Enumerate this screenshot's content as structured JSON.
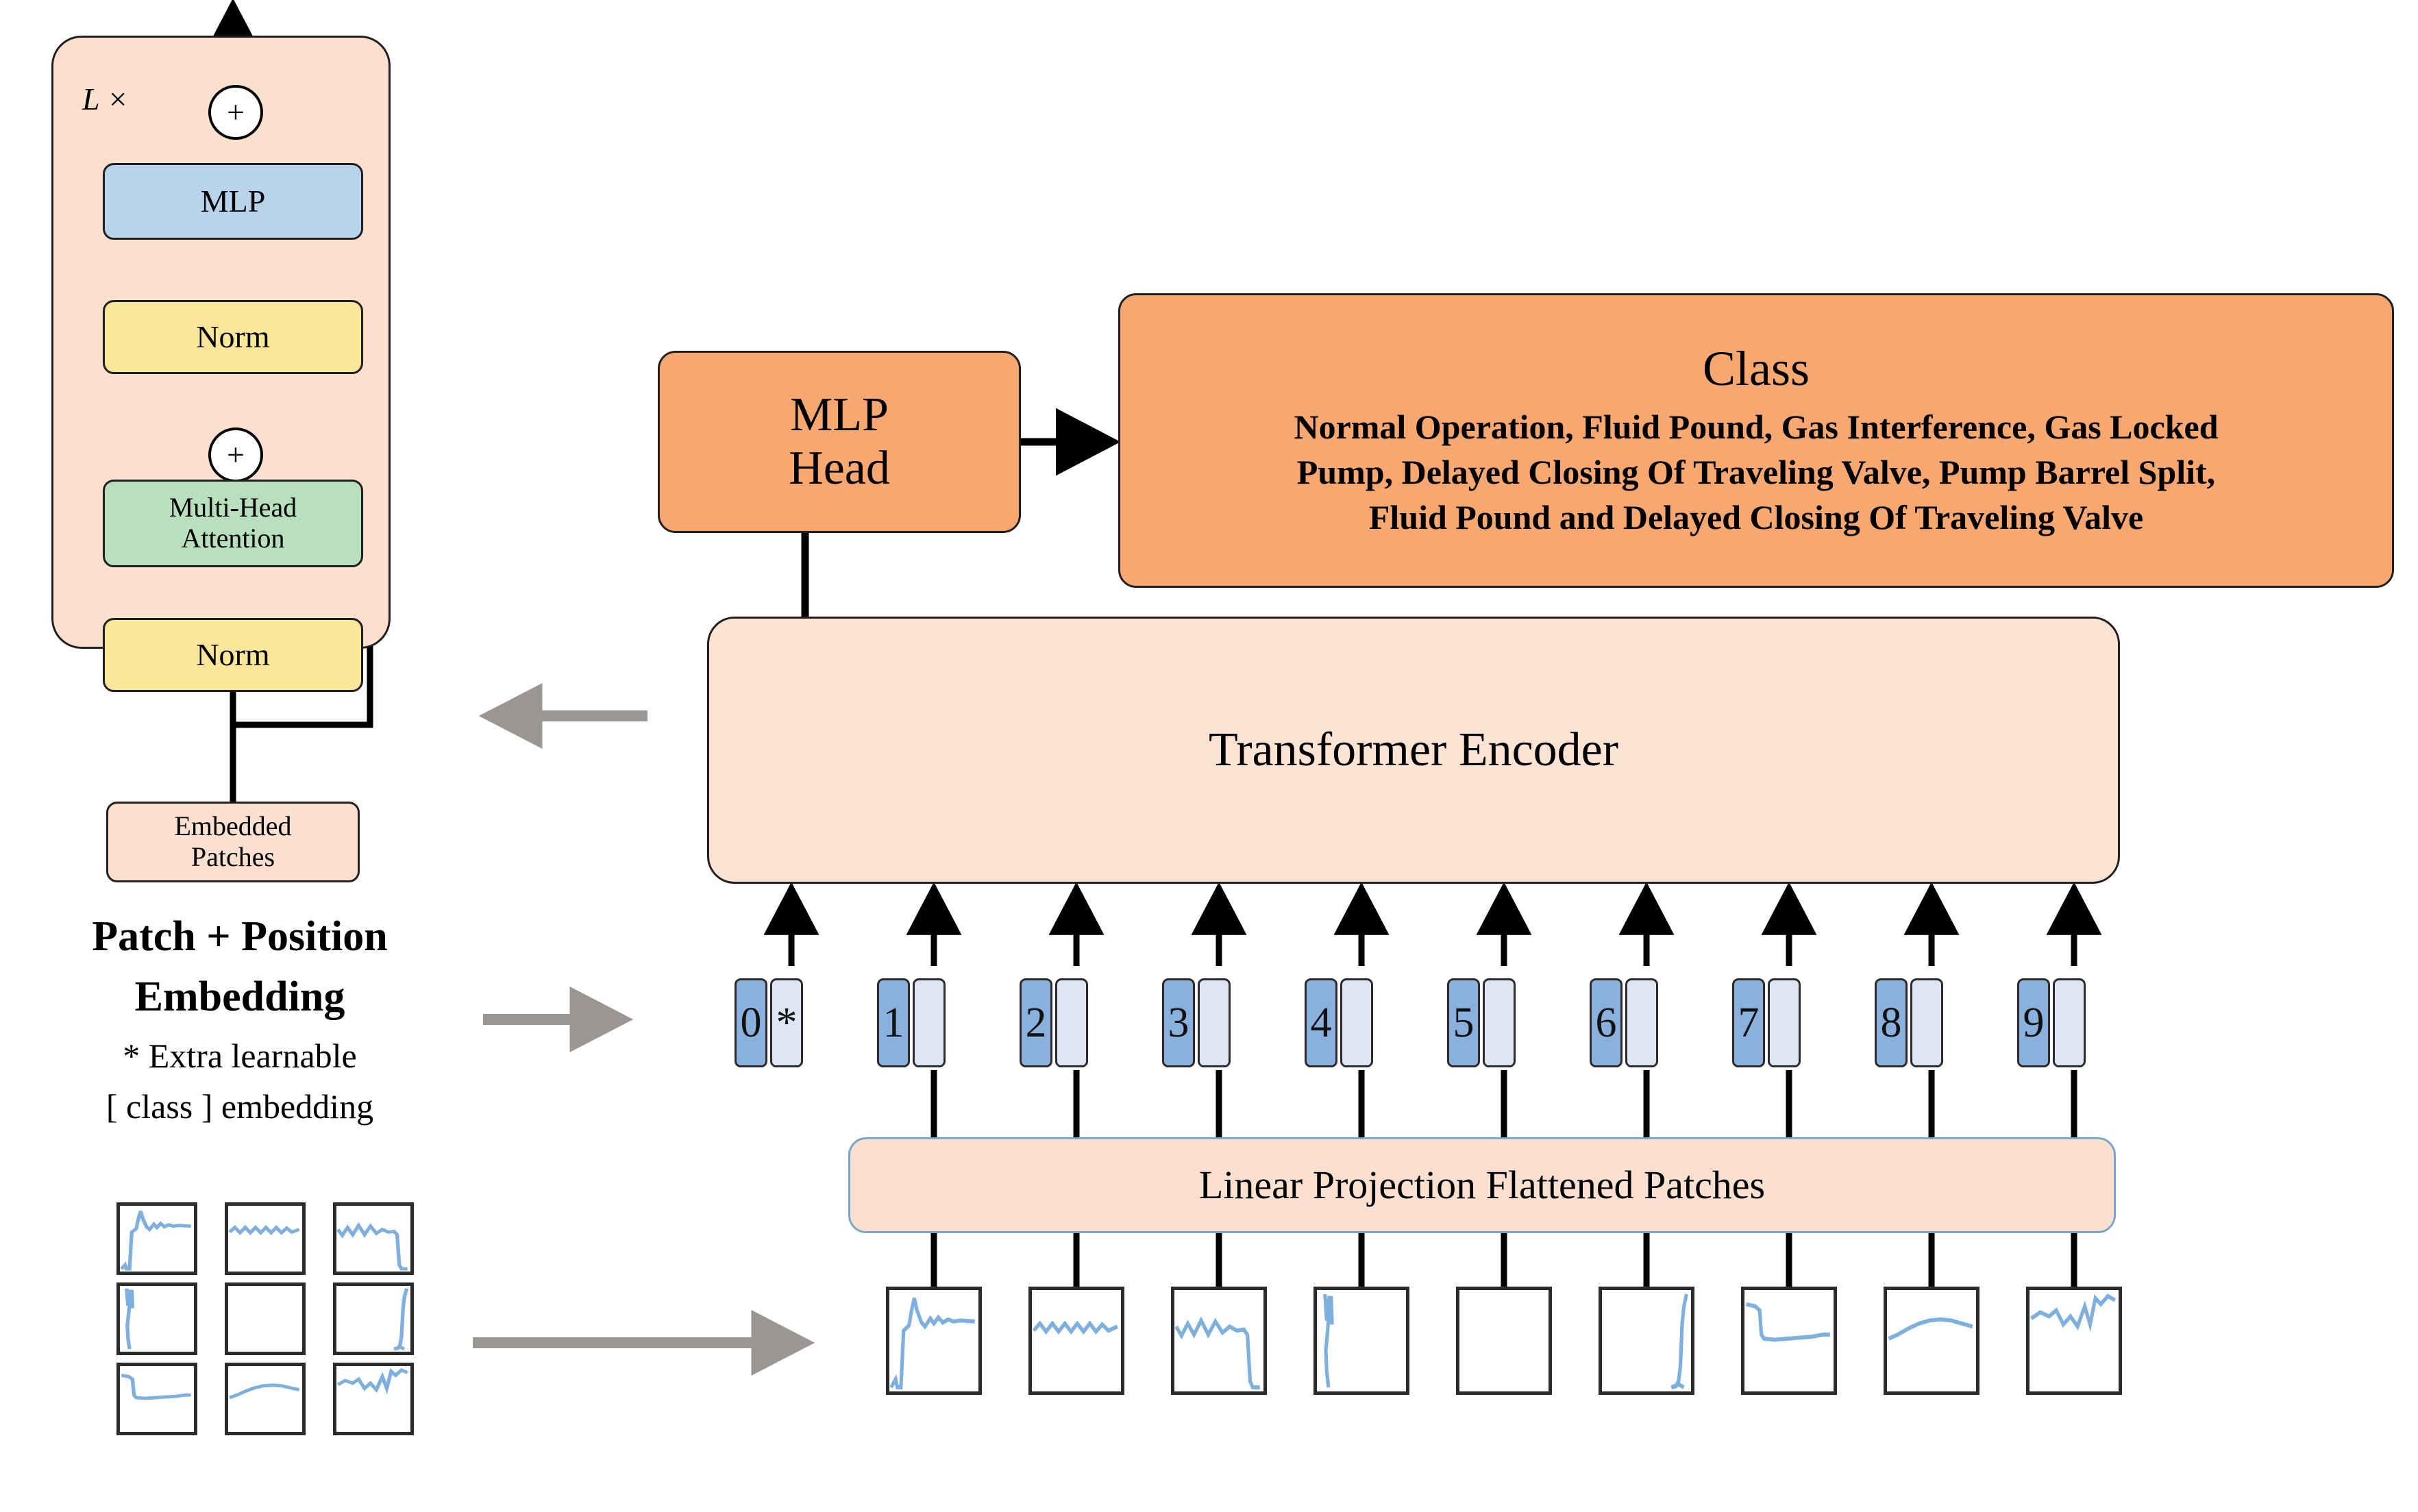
{
  "diagram": {
    "title": "Vision Transformer architecture for dynamometer card fault classification",
    "type": "architecture-diagram"
  },
  "encoder_detail": {
    "repeat_label": "L ×",
    "mlp_label": "MLP",
    "norm_top_label": "Norm",
    "attention_label_line1": "Multi-Head",
    "attention_label_line2": "Attention",
    "norm_bottom_label": "Norm",
    "embedded_patches_line1": "Embedded",
    "embedded_patches_line2": "Patches",
    "plus_symbol": "+"
  },
  "main": {
    "mlp_head_line1": "MLP",
    "mlp_head_line2": "Head",
    "transformer_encoder_label": "Transformer Encoder",
    "linear_projection_label": "Linear Projection Flattened Patches"
  },
  "class_box": {
    "heading": "Class",
    "line1": "Normal Operation, Fluid Pound, Gas Interference, Gas Locked",
    "line2": "Pump, Delayed Closing Of Traveling Valve, Pump Barrel Split,",
    "line3": "Fluid Pound and Delayed Closing Of Traveling Valve",
    "classes": [
      "Normal Operation",
      "Fluid Pound",
      "Gas Interference",
      "Gas Locked Pump",
      "Delayed Closing Of Traveling Valve",
      "Pump Barrel Split",
      "Fluid Pound and Delayed Closing Of Traveling Valve"
    ]
  },
  "embedding_caption": {
    "line1": "Patch + Position",
    "line2": "Embedding",
    "line3": "* Extra learnable",
    "line4": "[ class ] embedding"
  },
  "tokens": [
    {
      "index": "0",
      "marker": "*"
    },
    {
      "index": "1",
      "marker": ""
    },
    {
      "index": "2",
      "marker": ""
    },
    {
      "index": "3",
      "marker": ""
    },
    {
      "index": "4",
      "marker": ""
    },
    {
      "index": "5",
      "marker": ""
    },
    {
      "index": "6",
      "marker": ""
    },
    {
      "index": "7",
      "marker": ""
    },
    {
      "index": "8",
      "marker": ""
    },
    {
      "index": "9",
      "marker": ""
    }
  ],
  "patch_grid": {
    "rows": 3,
    "cols": 3,
    "cell_names": [
      "patch-1-spike-rise",
      "patch-2-ripple-flat",
      "patch-3-ripple-drop",
      "patch-4-left-vertical",
      "patch-5-blank",
      "patch-6-right-vertical",
      "patch-7-step-down",
      "patch-8-gentle-rise",
      "patch-9-jagged-top"
    ]
  },
  "colors": {
    "peach_block": "#fbe0d0",
    "orange_box": "#f7a871",
    "mlp_blue": "#b8d4ec",
    "norm_yellow": "#fbe79a",
    "attention_green": "#b9e0bd",
    "token_dark_blue": "#8ab0de",
    "token_light_blue": "#dce6f5",
    "signal_line": "#7fb0dd",
    "gray_arrow": "#9b9693",
    "outline": "#231f20"
  }
}
